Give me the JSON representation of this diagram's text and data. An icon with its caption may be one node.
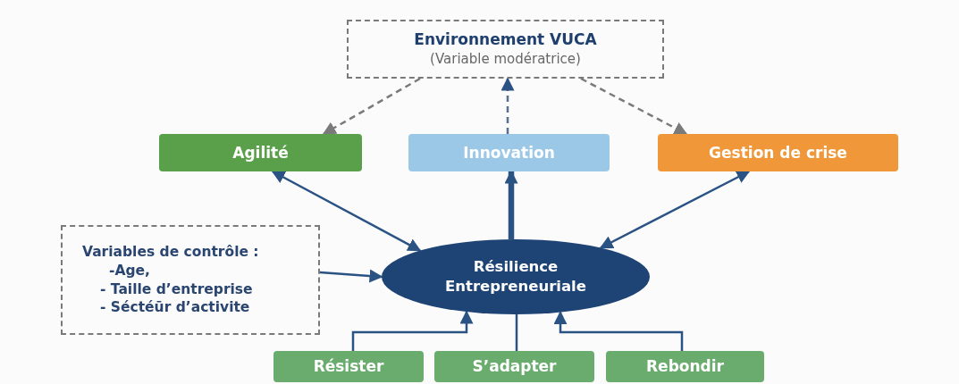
{
  "diagram": {
    "nodes": [
      {
        "text": [
          "Environnement VUCA",
          "(Variable modératrice)"
        ]
      },
      {
        "text": [
          "Agilité"
        ]
      },
      {
        "text": [
          "Innovation"
        ]
      },
      {
        "text": [
          "Gestion de crise"
        ]
      },
      {
        "text": [
          "Variables de contrôle :",
          "-Age,",
          "- Taille d’entreprise",
          "- Séctéūr d’activite"
        ]
      },
      {
        "text": [
          "Résilience Entrepreneuriale"
        ]
      },
      {
        "text": [
          "Résister"
        ]
      },
      {
        "text": [
          "S’adapter"
        ]
      },
      {
        "text": [
          "Rebondir"
        ]
      }
    ],
    "edges": [
      {
        "from": 0,
        "to": 1,
        "arrow": "to",
        "style": "dashed",
        "color": "#7a7a7a"
      },
      {
        "from": 2,
        "to": 0,
        "arrow": "to",
        "style": "dashed"
      },
      {
        "from": 0,
        "to": 3,
        "arrow": "to",
        "style": "dashed",
        "color": "#7a7a7a"
      },
      {
        "from": 5,
        "to": 1,
        "arrow": "both"
      },
      {
        "from": 5,
        "to": 2,
        "arrow": "to",
        "style": "thick"
      },
      {
        "from": 5,
        "to": 3,
        "arrow": "both"
      },
      {
        "from": 4,
        "to": 5,
        "arrow": "to"
      },
      {
        "from": 6,
        "to": 5,
        "arrow": "to"
      },
      {
        "from": 7,
        "to": 5,
        "arrow": "none"
      },
      {
        "from": 8,
        "to": 5,
        "arrow": "to"
      }
    ]
  }
}
